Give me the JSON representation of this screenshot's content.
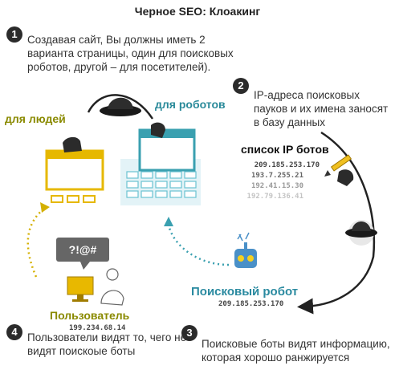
{
  "title": "Черное SEO: Клоакинг",
  "steps": [
    {
      "num": "1",
      "text": "Создавая сайт, Вы должны иметь 2 варианта страницы, один для поисковых роботов, другой – для посетителей)."
    },
    {
      "num": "2",
      "text": "IP-адреса поисковых пауков и их имена заносят в базу данных"
    },
    {
      "num": "3",
      "text": "Поисковые боты видят информацию, которая хорошо ранжируется"
    },
    {
      "num": "4",
      "text": "Пользователи видят то, чего не видят поискоые боты"
    }
  ],
  "labels": {
    "for_people": "для людей",
    "for_robots": "для роботов",
    "ip_list": "список IP ботов",
    "search_robot": "Поисковый робот",
    "search_robot_ip": "209.185.253.170",
    "user": "Пользователь",
    "user_ip": "199.234.68.14",
    "speech": "?!@#"
  },
  "ip_list": [
    "209.185.253.170",
    "193.7.255.21",
    "192.41.15.30",
    "192.79.136.41"
  ],
  "colors": {
    "robots_teal": "#2a8a9a",
    "people_olive": "#8a8a00",
    "browser_yellow": "#e6b800",
    "robot_blue": "#4a90c8"
  },
  "icons": [
    "black-hat-icon",
    "gloved-hand-icon",
    "browser-window-icon",
    "database-cube-icon",
    "pencil-icon",
    "robot-icon",
    "monitor-icon",
    "person-icon",
    "speech-bubble-icon"
  ]
}
